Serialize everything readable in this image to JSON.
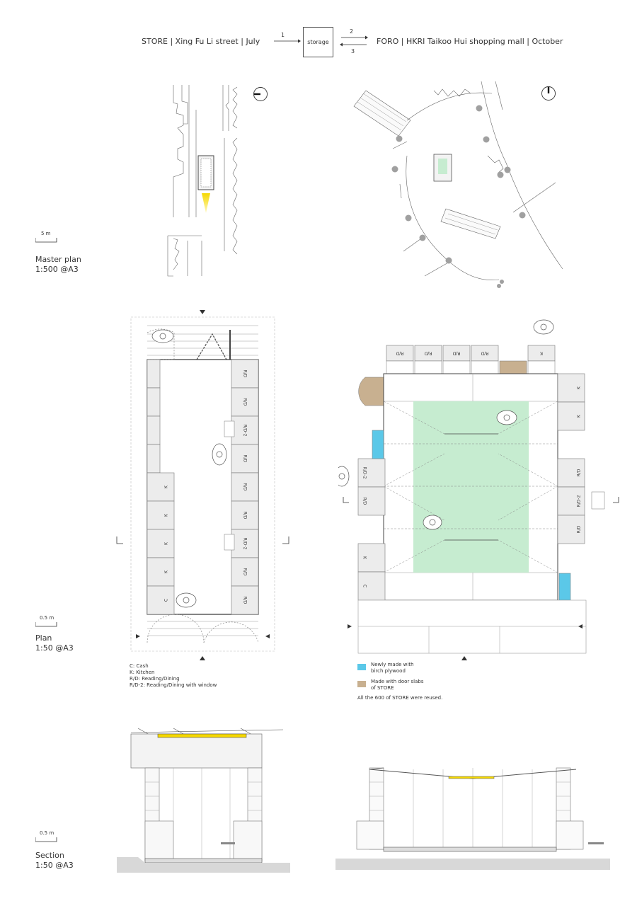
{
  "header": {
    "store_label": "STORE | Xing Fu Li street | July",
    "storage_label": "storage",
    "foro_label": "FORO | HKRI Taikoo Hui shopping mall | October",
    "arrow1": "1",
    "arrow2": "2",
    "arrow3": "3"
  },
  "master_plan": {
    "scale": "5 m",
    "title_line1": "Master plan",
    "title_line2": "1:500 @A3"
  },
  "plan": {
    "scale": "0.5 m",
    "title_line1": "Plan",
    "title_line2": "1:50 @A3",
    "store_modules": [
      "R/D",
      "R/D",
      "R/D-2",
      "R/D",
      "R/D",
      "R/D",
      "R/D-2",
      "R/D",
      "R/D",
      "K",
      "K",
      "K",
      "K",
      "C"
    ],
    "foro_top_modules": [
      "R/D",
      "R/D",
      "R/D",
      "R/D",
      "K"
    ],
    "foro_right_modules": [
      "K",
      "K",
      "R/D",
      "R/D-2",
      "R/D"
    ],
    "foro_left_modules": [
      "R/D-2",
      "R/D",
      "K",
      "C"
    ],
    "key": [
      "C: Cash",
      "K: Kitchen",
      "R/D: Reading/Dining",
      "R/D-2: Reading/Dining with window"
    ],
    "legend": {
      "new_line1": "Newly made with",
      "new_line2": "birch plywood",
      "door_line1": "Made with door slabs",
      "door_line2": "of STORE",
      "note": "All the 600 of STORE were reused."
    },
    "colors": {
      "new": "#5bc8e8",
      "door": "#c8b090",
      "floor": "#c6ecd0",
      "light": "#f5d800"
    }
  },
  "section": {
    "scale": "0.5 m",
    "title_line1": "Section",
    "title_line2": "1:50 @A3"
  }
}
